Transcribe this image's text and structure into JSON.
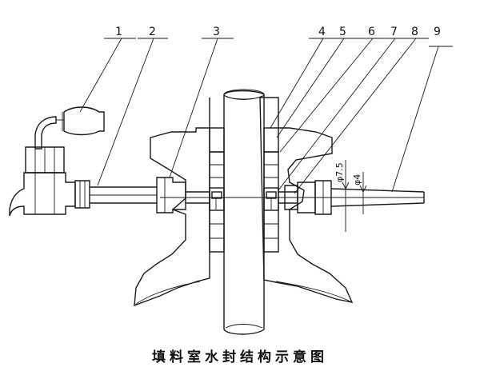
{
  "callouts": [
    "1",
    "2",
    "3",
    "4",
    "5",
    "6",
    "7",
    "8",
    "9"
  ],
  "dimensions": {
    "outer_dia": "φ7.5",
    "inner_dia": "φ4"
  },
  "caption": "填料室水封结构示意图",
  "colors": {
    "line": "#1a1a1a",
    "background": "#ffffff"
  }
}
